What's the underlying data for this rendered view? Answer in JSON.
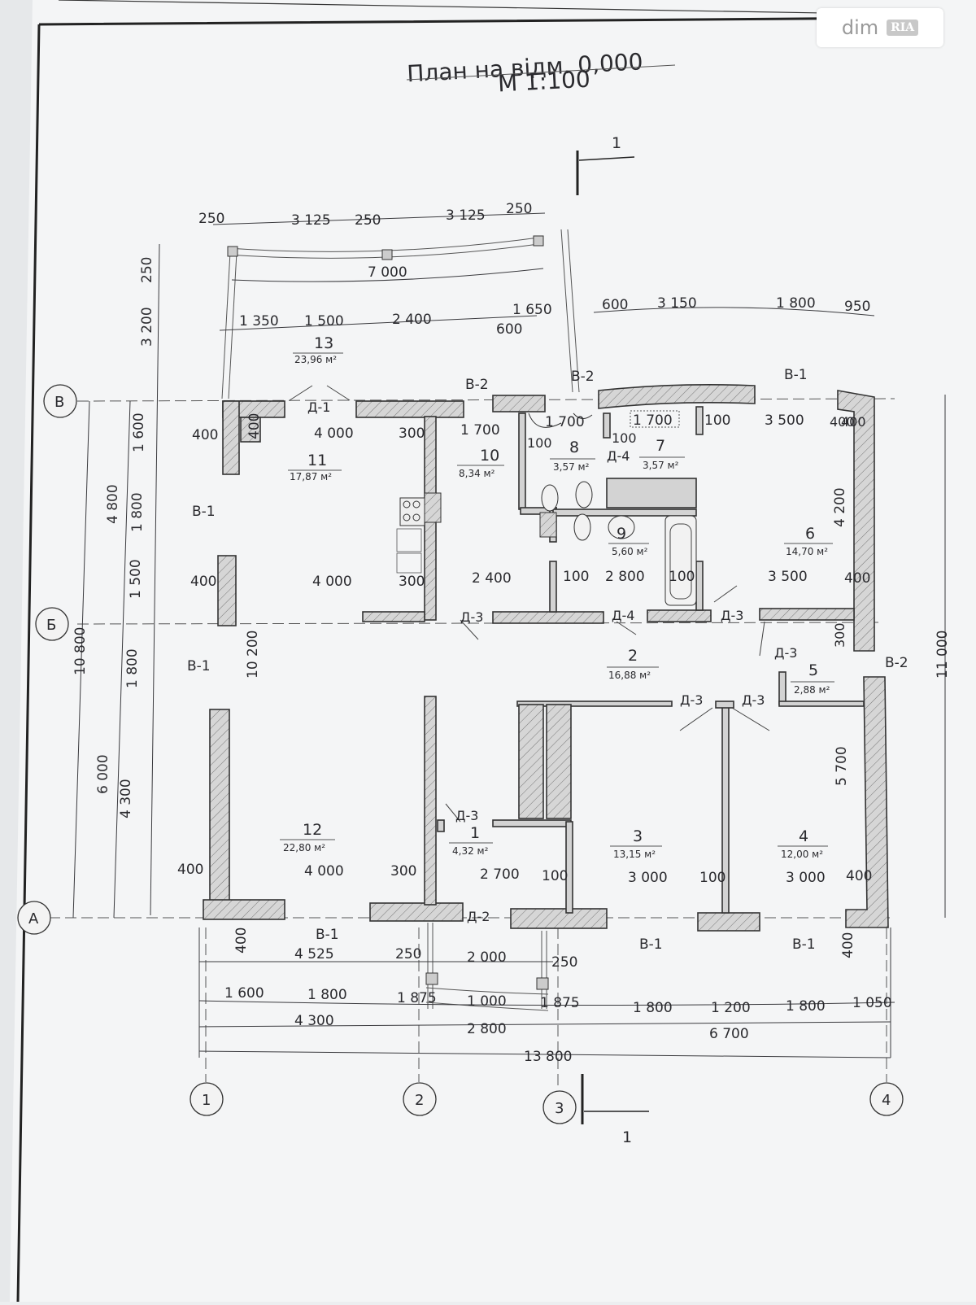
{
  "title": {
    "line1": "План на відм. 0,000",
    "line2": "М 1:100"
  },
  "watermark": {
    "text1": "dim",
    "text2": "RIA"
  },
  "section_marker": {
    "top": "1",
    "bottom": "1"
  },
  "axes": {
    "v1": "1",
    "v2": "2",
    "v3": "3",
    "v4": "4",
    "hA": "А",
    "hB": "Б",
    "hV": "В"
  },
  "rooms": [
    {
      "num": "1",
      "area": "4,32 м²"
    },
    {
      "num": "2",
      "area": "16,88 м²"
    },
    {
      "num": "3",
      "area": "13,15 м²"
    },
    {
      "num": "4",
      "area": "12,00 м²"
    },
    {
      "num": "5",
      "area": "2,88 м²"
    },
    {
      "num": "6",
      "area": "14,70 м²"
    },
    {
      "num": "7",
      "area": "3,57 м²"
    },
    {
      "num": "8",
      "area": "3,57 м²"
    },
    {
      "num": "9",
      "area": "5,60 м²"
    },
    {
      "num": "10",
      "area": "8,34 м²"
    },
    {
      "num": "11",
      "area": "17,87 м²"
    },
    {
      "num": "12",
      "area": "22,80 м²"
    },
    {
      "num": "13",
      "area": "23,96 м²"
    }
  ],
  "openings": {
    "d1": "Д-1",
    "d2": "Д-2",
    "d3": "Д-3",
    "d4": "Д-4",
    "v1": "В-1",
    "v2": "В-2"
  },
  "dims": {
    "top_row1": [
      "250",
      "3 125",
      "250",
      "3 125",
      "250"
    ],
    "top_7000": "7 000",
    "top_row2": [
      "1 350",
      "1 500",
      "2 400",
      "1 650",
      "600"
    ],
    "top_row2b": [
      "600",
      "3 150",
      "1 800",
      "950"
    ],
    "r1": [
      "400",
      "400",
      "4 000",
      "300",
      "1 700",
      "1 700",
      "1 700",
      "100",
      "100",
      "100",
      "3 500",
      "400",
      "400"
    ],
    "r2": [
      "400",
      "4 000",
      "300",
      "2 400",
      "100",
      "2 800",
      "100",
      "3 500",
      "400"
    ],
    "r3": [
      "400",
      "4 000",
      "300",
      "2 700",
      "100",
      "3 000",
      "100",
      "3 000",
      "400"
    ],
    "vert_mid": [
      "10 200",
      "4 200",
      "300",
      "5 700"
    ],
    "left_outer": [
      "250",
      "3 200",
      "1 600",
      "1 800",
      "1 500",
      "1 800",
      "4 300",
      "4 800",
      "6 000",
      "10 800"
    ],
    "right_outer": "11 000",
    "bottom_row1": [
      "400",
      "4 525",
      "250",
      "2 000",
      "250",
      "400"
    ],
    "bottom_row2": [
      "1 600",
      "1 800",
      "1 875",
      "1 000",
      "1 875",
      "1 800",
      "1 200",
      "1 800",
      "1 050"
    ],
    "bottom_row3": [
      "4 300",
      "2 800",
      "6 700"
    ],
    "bottom_total": "13 800"
  }
}
